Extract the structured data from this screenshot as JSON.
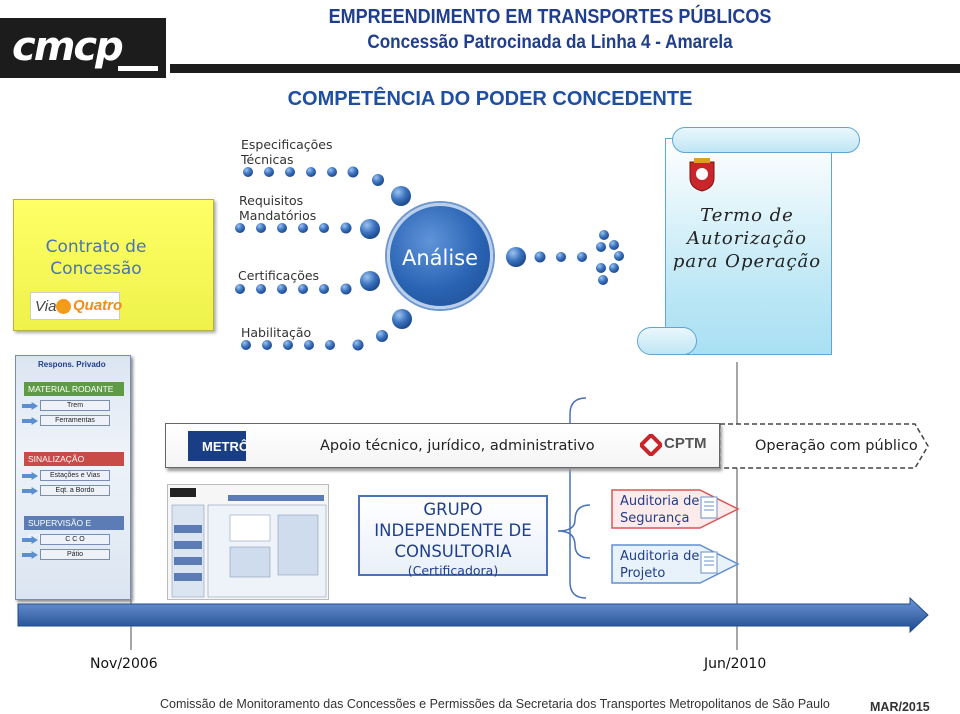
{
  "header": {
    "logo": "cmcp",
    "title": "EMPREENDIMENTO EM TRANSPORTES PÚBLICOS",
    "subtitle": "Concessão Patrocinada da Linha 4 - Amarela"
  },
  "competencia": "COMPETÊNCIA DO PODER CONCEDENTE",
  "contrato": {
    "line1": "Contrato de",
    "line2": "Concessão",
    "logo_via": "Via",
    "logo_quatro": "Quatro"
  },
  "inputs": {
    "especificacoes_1": "Especificações",
    "especificacoes_2": "Técnicas",
    "requisitos_1": "Requisitos",
    "requisitos_2": "Mandatórios",
    "certificacoes": "Certificações",
    "habilitacao": "Habilitação"
  },
  "analise": "Análise",
  "termo": {
    "line1": "Termo de",
    "line2": "Autorização",
    "line3": "para Operação"
  },
  "band": {
    "metro": "METRÔ",
    "apoio": "Apoio técnico, jurídico, administrativo",
    "cptm": "CPTM",
    "operacao": "Operação com público"
  },
  "grupo": {
    "line1": "GRUPO",
    "line2": "INDEPENDENTE DE",
    "line3": "CONSULTORIA",
    "sub": "(Certificadora)"
  },
  "auditorias": {
    "seguranca_1": "Auditoria de",
    "seguranca_2": "Segurança",
    "projeto_1": "Auditoria de",
    "projeto_2": "Projeto"
  },
  "org": {
    "head": "Respons. Privado",
    "material": "MATERIAL RODANTE",
    "trem": "Trem",
    "ferramentas": "Ferramentas",
    "sinalizacao": "SINALIZAÇÃO",
    "estacoes": "Estações e Vias",
    "eqt": "Eqt. a Bordo",
    "supervisao": "SUPERVISÃO E CONTROLE",
    "cco": "C C O",
    "patio": "Pátio"
  },
  "timeline": {
    "start": "Nov/2006",
    "end": "Jun/2010"
  },
  "footer": "Comissão de Monitoramento das Concessões e Permissões da Secretaria dos Transportes Metropolitanos de São Paulo",
  "date_stamp": "MAR/2015",
  "colors": {
    "title_blue": "#1f3e8c",
    "contract_yellow": "#ffff66",
    "analysis_blue": "#2a64b4",
    "scroll_cyan": "#bde7f5",
    "timeline_blue": "#2f5da6"
  }
}
